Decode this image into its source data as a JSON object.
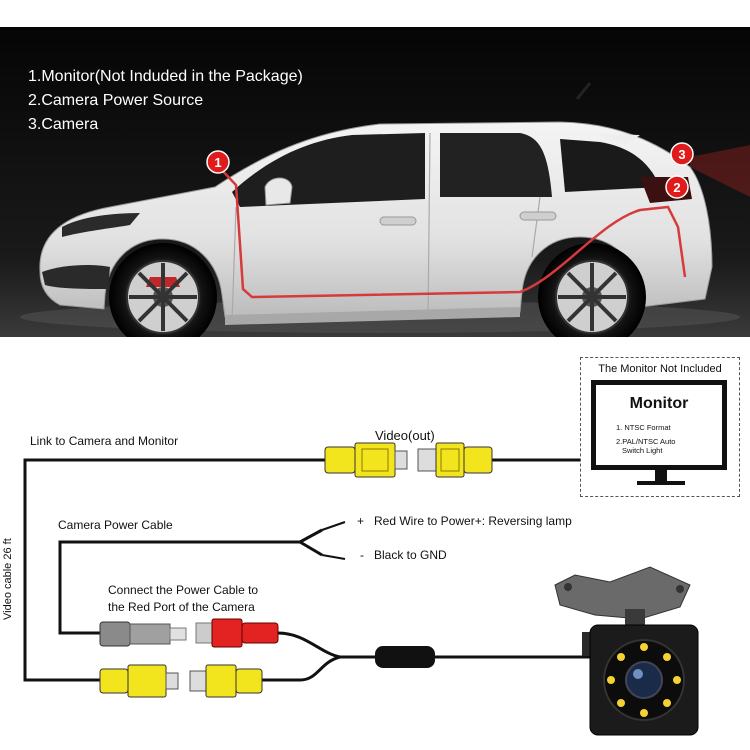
{
  "legend": {
    "item1": "1.Monitor(Not Induded in the Package)",
    "item2": "2.Camera Power Source",
    "item3": "3.Camera"
  },
  "markers": [
    "1",
    "2",
    "3"
  ],
  "labels": {
    "link": "Link to Camera and Monitor",
    "video_out": "Video(out)",
    "power_cable": "Camera Power Cable",
    "red_wire": "Red Wire to Power+: Reversing lamp",
    "black_gnd": "Black to GND",
    "plus": "+",
    "minus": "-",
    "connect_line1": "Connect the Power Cable to",
    "connect_line2": "the Red Port of the Camera",
    "video_cable": "Video cable 26 ft"
  },
  "monitor": {
    "box_title": "The Monitor Not Included",
    "title": "Monitor",
    "feature1": "1. NTSC Format",
    "feature2_line1": "2.PAL/NTSC Auto",
    "feature2_line2": "Switch Light"
  },
  "colors": {
    "wire_route": "#d63a3a",
    "marker": "#e01b1b",
    "yellow_plug": "#f3e51d",
    "red_plug": "#e32222",
    "grey_plug": "#8a8a8a"
  }
}
